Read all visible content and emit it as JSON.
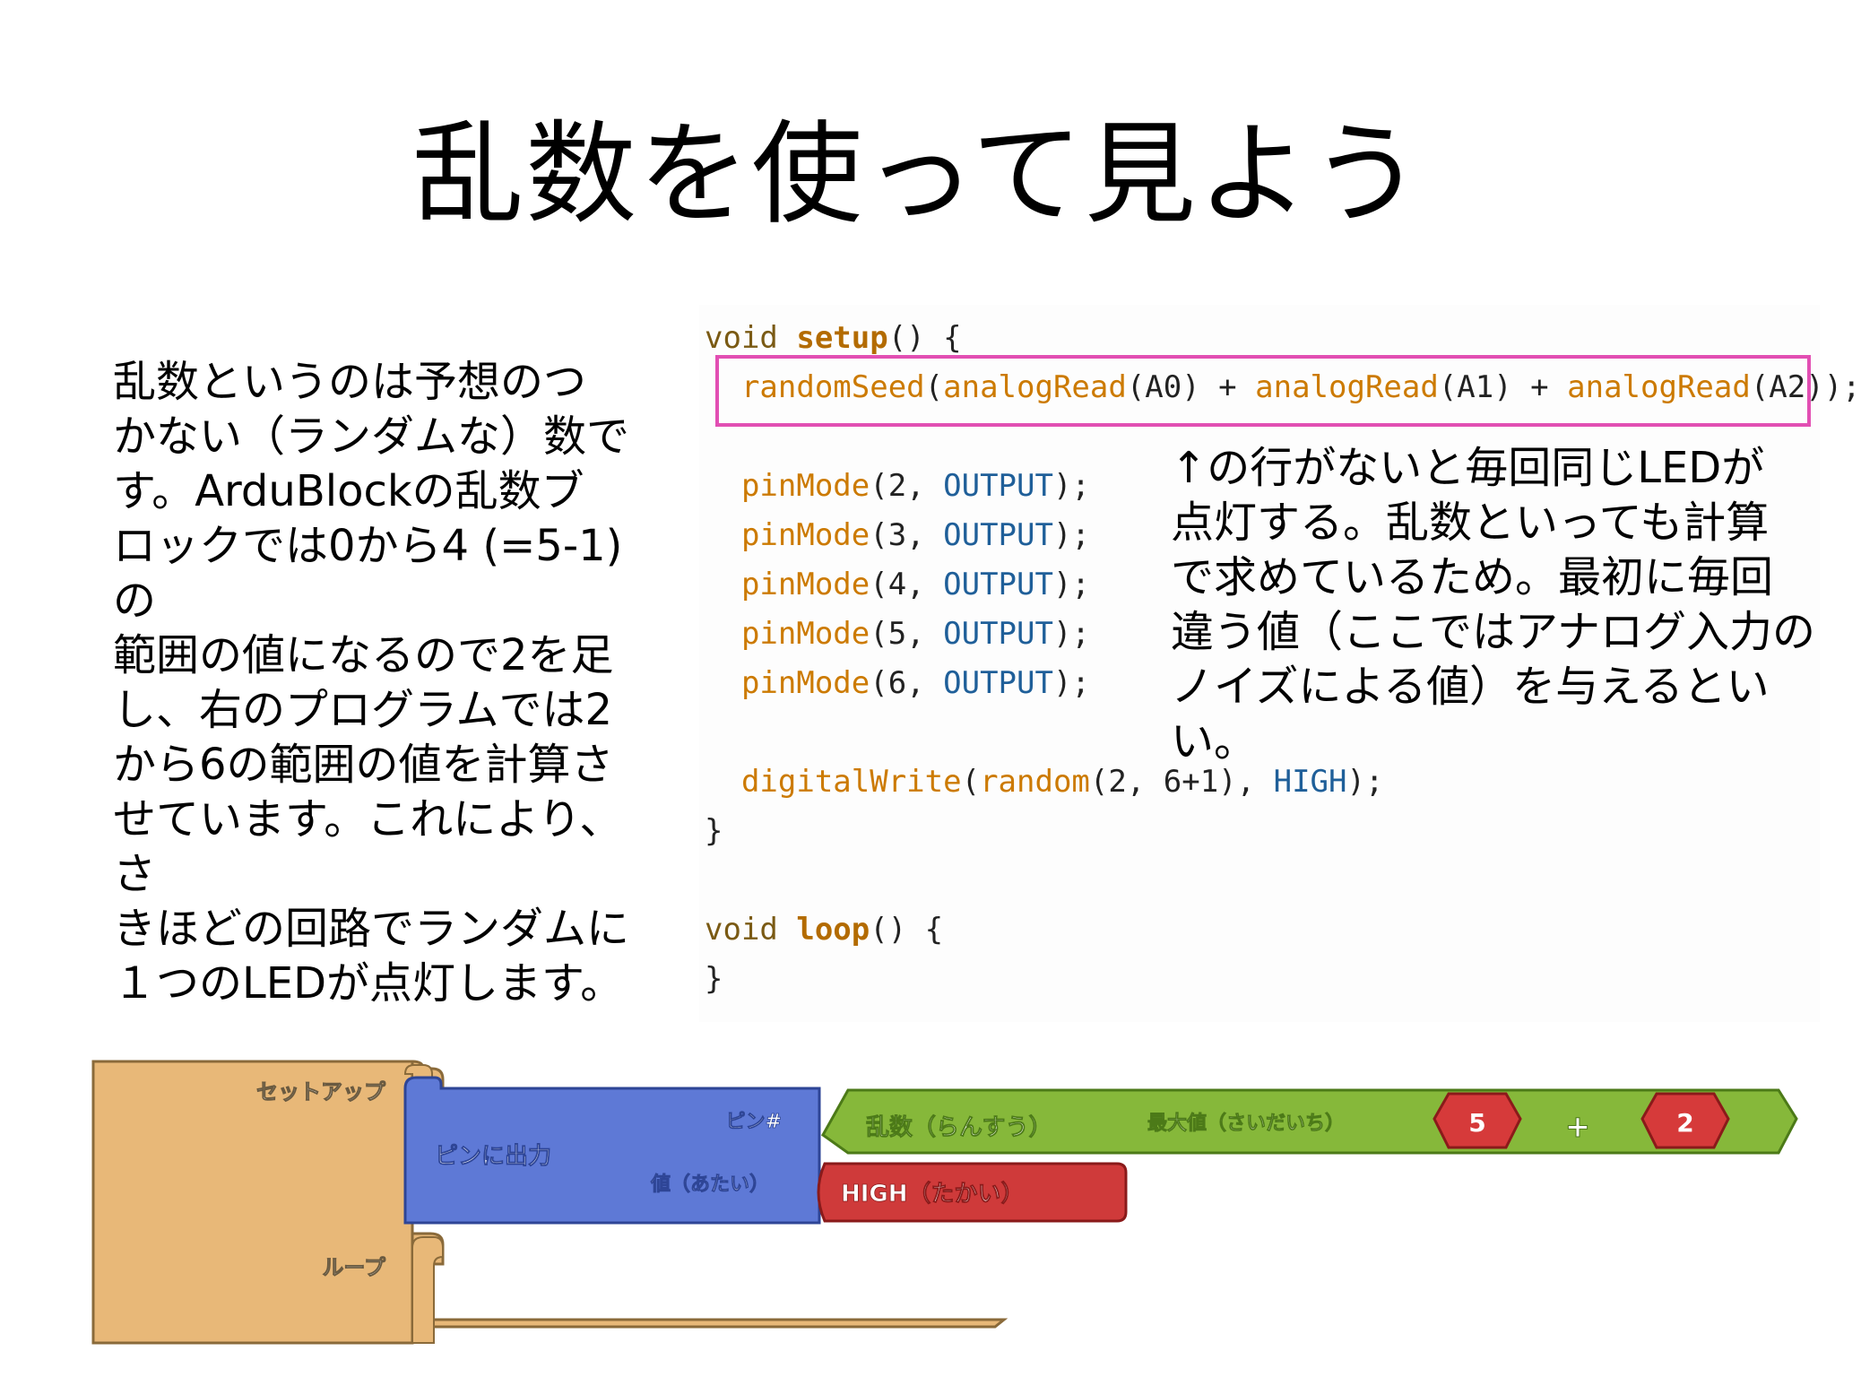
{
  "title": "乱数を使って見よう",
  "left_text": "乱数というのは予想のつ\nかない（ランダムな）数で\nす。ArduBlockの乱数ブ\nロックでは0から4 (=5-1)の\n範囲の値になるので2を足\nし、右のプログラムでは2\nから6の範囲の値を計算さ\nせています。これにより、さ\nきほどの回路でランダムに\n１つのLEDが点灯します。",
  "note_text": "↑の行がないと毎回同じLEDが\n点灯する。乱数といっても計算\nで求めているため。最初に毎回\n違う値（ここではアナログ入力の\nノイズによる値）を与えるといい。",
  "code_lines": [
    [
      {
        "t": "void ",
        "c": "kw"
      },
      {
        "t": "setup",
        "c": "fnb"
      },
      {
        "t": "() {",
        "c": "pl"
      }
    ],
    [
      {
        "t": "  randomSeed",
        "c": "fn"
      },
      {
        "t": "(",
        "c": "pl"
      },
      {
        "t": "analogRead",
        "c": "fn"
      },
      {
        "t": "(A0) + ",
        "c": "pl"
      },
      {
        "t": "analogRead",
        "c": "fn"
      },
      {
        "t": "(A1) + ",
        "c": "pl"
      },
      {
        "t": "analogRead",
        "c": "fn"
      },
      {
        "t": "(A2));",
        "c": "pl"
      }
    ],
    [],
    [
      {
        "t": "  pinMode",
        "c": "fn"
      },
      {
        "t": "(2, ",
        "c": "pl"
      },
      {
        "t": "OUTPUT",
        "c": "cst"
      },
      {
        "t": ");",
        "c": "pl"
      }
    ],
    [
      {
        "t": "  pinMode",
        "c": "fn"
      },
      {
        "t": "(3, ",
        "c": "pl"
      },
      {
        "t": "OUTPUT",
        "c": "cst"
      },
      {
        "t": ");",
        "c": "pl"
      }
    ],
    [
      {
        "t": "  pinMode",
        "c": "fn"
      },
      {
        "t": "(4, ",
        "c": "pl"
      },
      {
        "t": "OUTPUT",
        "c": "cst"
      },
      {
        "t": ");",
        "c": "pl"
      }
    ],
    [
      {
        "t": "  pinMode",
        "c": "fn"
      },
      {
        "t": "(5, ",
        "c": "pl"
      },
      {
        "t": "OUTPUT",
        "c": "cst"
      },
      {
        "t": ");",
        "c": "pl"
      }
    ],
    [
      {
        "t": "  pinMode",
        "c": "fn"
      },
      {
        "t": "(6, ",
        "c": "pl"
      },
      {
        "t": "OUTPUT",
        "c": "cst"
      },
      {
        "t": ");",
        "c": "pl"
      }
    ],
    [],
    [
      {
        "t": "  digitalWrite",
        "c": "fn"
      },
      {
        "t": "(",
        "c": "pl"
      },
      {
        "t": "random",
        "c": "fn"
      },
      {
        "t": "(2, 6+1), ",
        "c": "pl"
      },
      {
        "t": "HIGH",
        "c": "cst"
      },
      {
        "t": ");",
        "c": "pl"
      }
    ],
    [
      {
        "t": "}",
        "c": "pl"
      }
    ],
    [],
    [
      {
        "t": "void ",
        "c": "kw"
      },
      {
        "t": "loop",
        "c": "fnb"
      },
      {
        "t": "() {",
        "c": "pl"
      }
    ],
    [
      {
        "t": "}",
        "c": "pl"
      }
    ]
  ],
  "blocks": {
    "setup_label": "セットアップ",
    "loop_label": "ループ",
    "pin_output_label": "ピンに出力",
    "pin_label": "ピン#",
    "value_label": "値（あたい）",
    "random_label": "乱数（らんすう）",
    "max_label": "最大値（さいだいち）",
    "num_max": "5",
    "plus": "+",
    "num_add": "2",
    "high_label": "HIGH（たかい）"
  },
  "colors": {
    "setup_block": "#e8b878",
    "pin_block": "#5e79d6",
    "random_block": "#86b83a",
    "number_block": "#d63a3a",
    "high_block": "#cf3a3a",
    "highlight_border": "#e24fb3"
  }
}
